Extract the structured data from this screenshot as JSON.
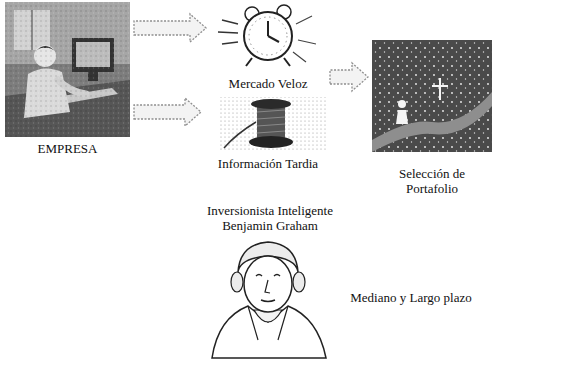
{
  "diagram": {
    "nodes": [
      {
        "text": [
          "EMPRESA"
        ]
      },
      {
        "text": [
          "Mercado Veloz"
        ]
      },
      {
        "text": [
          "Información Tardia"
        ]
      },
      {
        "text": [
          "Selección de Portafolio"
        ]
      }
    ],
    "edges": [
      {
        "from": 0,
        "to": 1,
        "arrow": "to"
      },
      {
        "from": 0,
        "to": 2,
        "arrow": "to"
      },
      {
        "from": 1,
        "to": 3,
        "arrow": "to"
      }
    ],
    "labels": [
      "Inversionista Inteligente Benjamin Graham",
      "Mediano y Largo plazo"
    ]
  }
}
